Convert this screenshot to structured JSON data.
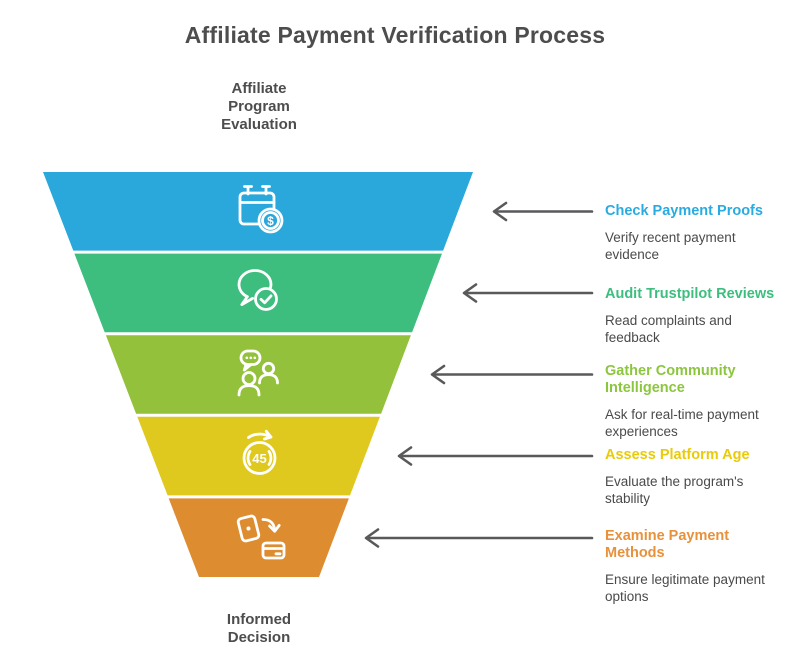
{
  "title": "Affiliate Payment Verification Process",
  "funnel": {
    "top_label": "Affiliate\nProgram\nEvaluation",
    "bottom_label": "Informed\nDecision",
    "steps": [
      {
        "heading": "Check Payment Proofs",
        "description": "Verify recent payment\nevidence",
        "color": "#2AA7DB",
        "heading_color": "#29ABE2",
        "icon": "calendar-dollar-icon"
      },
      {
        "heading": "Audit Trustpilot Reviews",
        "description": "Read complaints and\nfeedback",
        "color": "#3DBE7E",
        "heading_color": "#3DBE7E",
        "icon": "chat-check-icon"
      },
      {
        "heading": "Gather Community\nIntelligence",
        "description": "Ask for real-time payment\nexperiences",
        "color": "#94C13C",
        "heading_color": "#8CC63F",
        "icon": "community-people-icon"
      },
      {
        "heading": "Assess Platform Age",
        "description": "Evaluate the program's\nstability",
        "color": "#DFC91E",
        "heading_color": "#E9CB07",
        "icon": "timer-45-icon"
      },
      {
        "heading": "Examine Payment\nMethods",
        "description": "Ensure legitimate payment\noptions",
        "color": "#DE8C30",
        "heading_color": "#E8913B",
        "icon": "payment-transfer-icon"
      }
    ],
    "timer_value": "45",
    "dollar_symbol": "$"
  },
  "ui": {
    "arrow_color": "#58595B",
    "text_color": "#4A4A4A"
  }
}
